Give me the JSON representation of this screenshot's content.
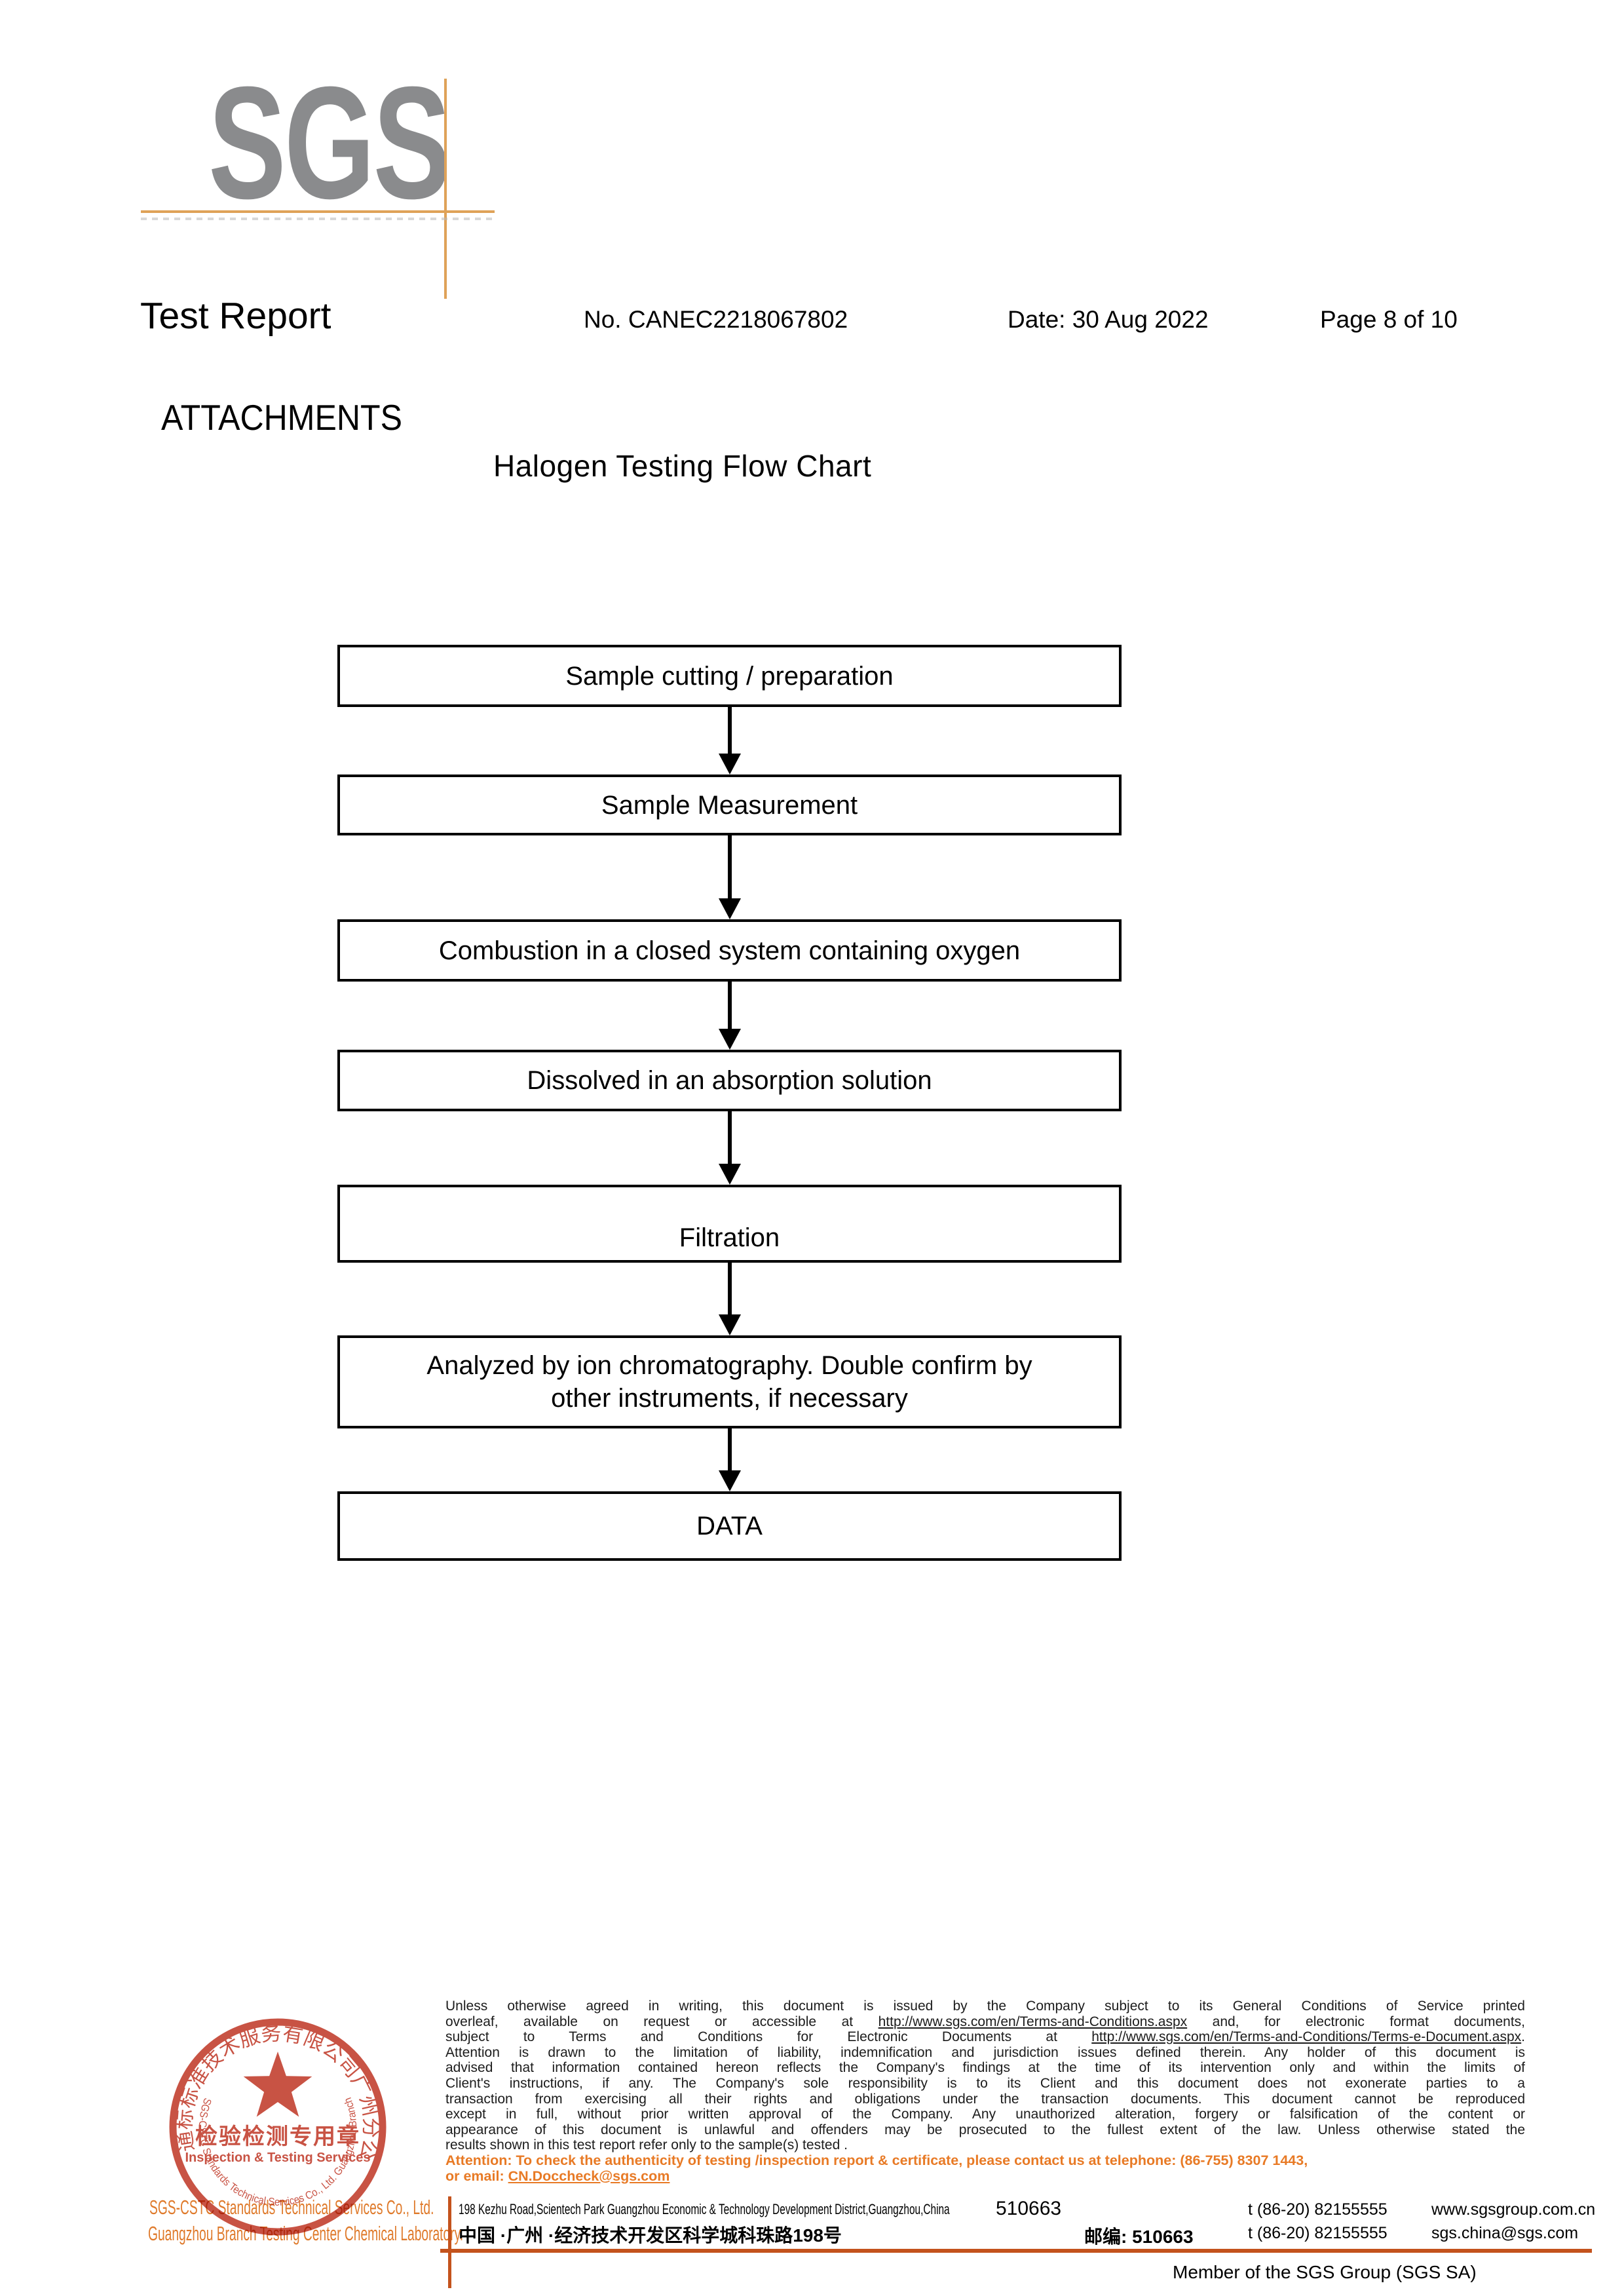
{
  "header": {
    "logo": "SGS",
    "title": "Test Report",
    "report_no": "No. CANEC2218067802",
    "date": "Date: 30 Aug 2022",
    "page": "Page 8 of 10",
    "attachments": "ATTACHMENTS"
  },
  "flowchart": {
    "title": "Halogen Testing Flow Chart",
    "steps": [
      "Sample cutting / preparation",
      "Sample Measurement",
      "Combustion in a closed system containing oxygen",
      "Dissolved in an absorption solution",
      "Filtration",
      "Analyzed by ion chromatography. Double confirm by other instruments, if necessary",
      "DATA"
    ]
  },
  "legal": {
    "lines": [
      {
        "pre": "Unless otherwise agreed in writing, this document is issued by the Company subject to its General Conditions of Service printed"
      },
      {
        "pre": "overleaf, available on request or accessible at ",
        "link": "http://www.sgs.com/en/Terms-and-Conditions.aspx",
        "post": " and, for electronic format documents,"
      },
      {
        "pre": "subject to Terms and Conditions for Electronic Documents at ",
        "link": "http://www.sgs.com/en/Terms-and-Conditions/Terms-e-Document.aspx",
        "post": "."
      },
      {
        "pre": "Attention is drawn to the limitation of liability, indemnification and jurisdiction issues defined therein. Any holder of this document is"
      },
      {
        "pre": "advised that information contained hereon reflects the Company's findings at the time of its intervention only and within the limits of"
      },
      {
        "pre": "Client's instructions, if any. The Company's sole responsibility is to its Client and this document does not exonerate parties to a"
      },
      {
        "pre": "transaction from exercising all their rights and obligations under the transaction documents. This document cannot be reproduced"
      },
      {
        "pre": "except in full, without prior written approval of the Company. Any unauthorized alteration, forgery or falsification of the content or"
      },
      {
        "pre": "appearance of this document is unlawful and offenders may be prosecuted to the fullest extent of the law. Unless otherwise stated the"
      },
      {
        "pre": "results shown in this test report refer only to the sample(s) tested ."
      }
    ]
  },
  "attention": {
    "line1": "Attention: To check the authenticity of testing /inspection report & certificate, please contact us at telephone: (86-755) 8307 1443,",
    "line2_pre": "or email: ",
    "line2_link": "CN.Doccheck@sgs.com"
  },
  "company": {
    "line1": "SGS-CSTC Standards Technical Services Co., Ltd.",
    "line2": "Guangzhou Branch Testing Center Chemical Laboratory."
  },
  "stamp": {
    "top_arc": "通标标准技术服务有限公司广州分公司",
    "center_cn": "检验检测专用章",
    "center_en": "Inspection & Testing Services",
    "bottom_arc": "SGS-CSTC Standards Technical Services Co., Ltd. Guangzhou Branch"
  },
  "address": {
    "english": "198 Kezhu Road,Scientech Park Guangzhou Economic & Technology Development District,Guangzhou,China",
    "postal_en": "510663",
    "phone1": "t (86-20) 82155555",
    "web": "www.sgsgroup.com.cn",
    "chinese": "中国 ·广州 ·经济技术开发区科学城科珠路198号",
    "postal_cn": "邮编: 510663",
    "phone2": "t (86-20) 82155555",
    "email": "sgs.china@sgs.com"
  },
  "member": "Member of the SGS Group (SGS SA)",
  "colors": {
    "logo_gray": "#8a8b8d",
    "crosshair_orange": "#dfa258",
    "accent_orange": "#e87a25",
    "company_orange": "#df7a2b",
    "rule_orange": "#c4531d",
    "seal_red": "#c13b2a"
  }
}
